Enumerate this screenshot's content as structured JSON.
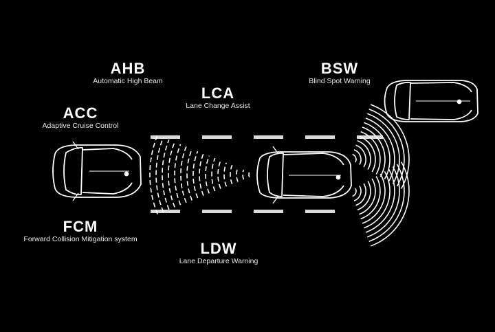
{
  "features": {
    "ahb": {
      "abbr": "AHB",
      "full": "Automatic High Beam"
    },
    "lca": {
      "abbr": "LCA",
      "full": "Lane Change Assist"
    },
    "acc": {
      "abbr": "ACC",
      "full": "Adaptive Cruise Control"
    },
    "bsw": {
      "abbr": "BSW",
      "full": "Blind Spot Warning"
    },
    "fcm": {
      "abbr": "FCM",
      "full": "Forward Collision Mitigation system"
    },
    "ldw": {
      "abbr": "LDW",
      "full": "Lane Departure Warning"
    }
  },
  "colors": {
    "background": "#000000",
    "line": "#ffffff",
    "lane_marking": "#d9d9d9"
  },
  "icons": {
    "cars": [
      "front-car-icon",
      "main-car-icon",
      "side-car-icon"
    ]
  }
}
